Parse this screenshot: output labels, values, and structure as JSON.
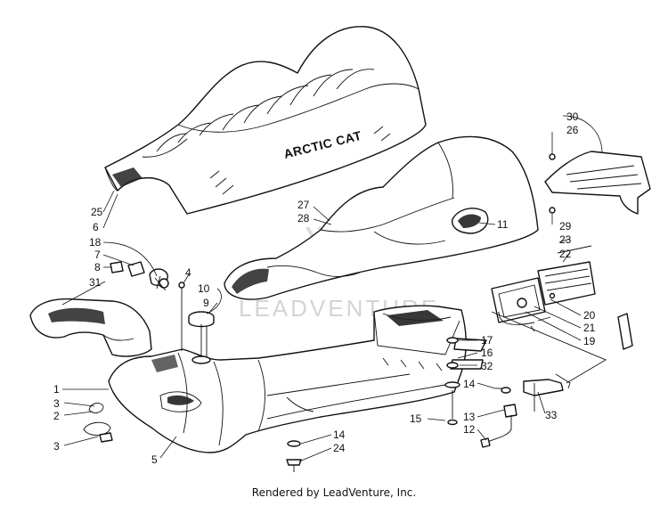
{
  "brand_text": "ARCTIC CAT",
  "watermark": "LEADVENTURE",
  "footer": "Rendered by LeadVenture, Inc.",
  "labels": {
    "l1": "1",
    "l2": "2",
    "l3a": "3",
    "l3b": "3",
    "l4": "4",
    "l5": "5",
    "l6": "6",
    "l7": "7",
    "l8": "8",
    "l9": "9",
    "l10": "10",
    "l11": "11",
    "l12": "12",
    "l13": "13",
    "l14a": "14",
    "l14b": "14",
    "l15": "15",
    "l16": "16",
    "l17": "17",
    "l18": "18",
    "l19": "19",
    "l20": "20",
    "l21": "21",
    "l22": "22",
    "l23": "23",
    "l24": "24",
    "l25": "25",
    "l26": "26",
    "l27": "27",
    "l28": "28",
    "l29": "29",
    "l30": "30",
    "l31": "31",
    "l32": "32",
    "l33": "33"
  },
  "colors": {
    "ink": "#111111",
    "paper": "#ffffff",
    "watermark": "#d4d4d4"
  }
}
